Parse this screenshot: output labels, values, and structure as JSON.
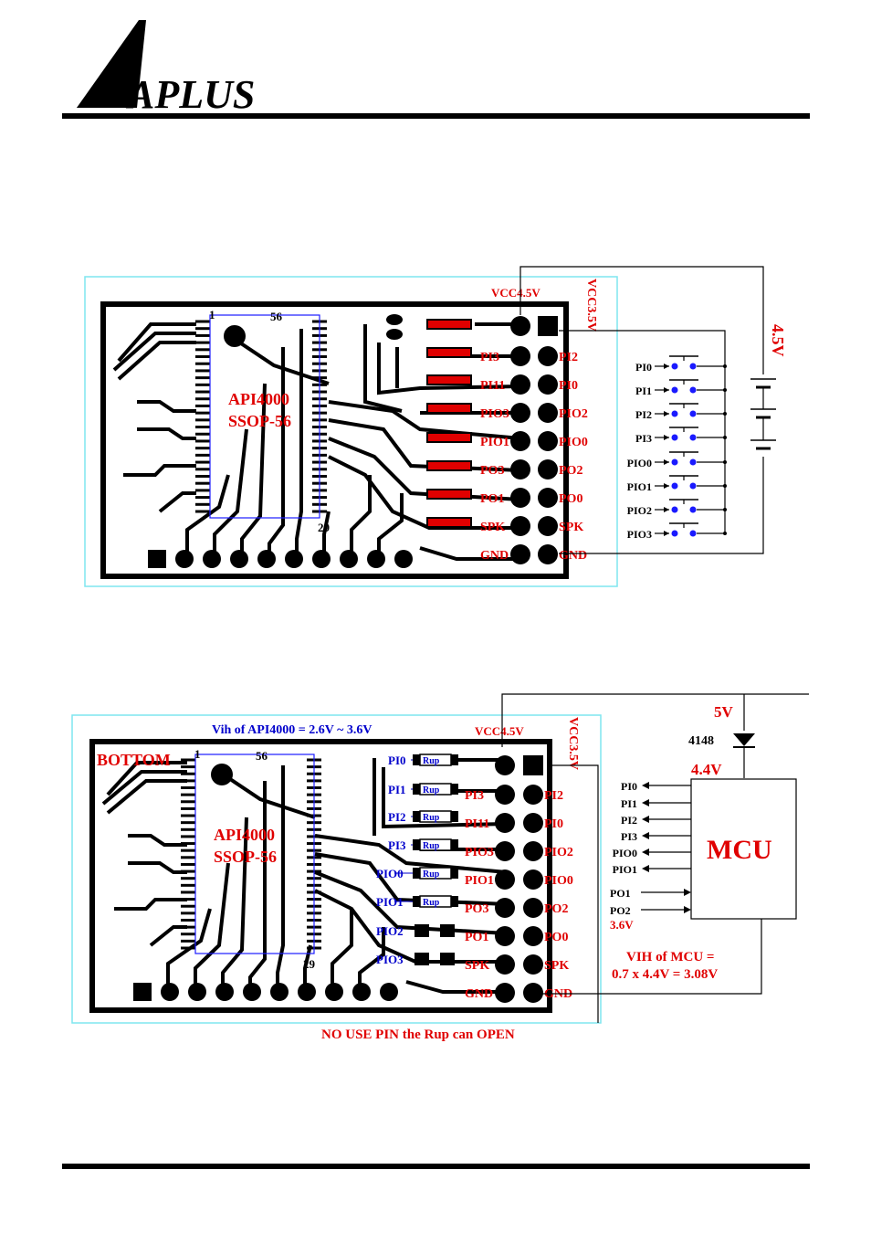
{
  "logo_text": "APLUS",
  "colors": {
    "accent_red": "#e00000",
    "blue_label": "#0000cc",
    "board_outline": "#7fe6ef",
    "pcb_black": "#000000",
    "pad_red": "#e00000"
  },
  "figure1": {
    "chip_name": "API4000",
    "chip_pkg": "SSOP-56",
    "pin_first": "1",
    "pin_56": "56",
    "pin_29": "29",
    "vcc45": "VCC4.5V",
    "vcc35": "VCC3.5V",
    "battery_label": "4.5V",
    "inner_labels": [
      "PI3",
      "PI11",
      "PIO3",
      "PIO1",
      "PO3",
      "PO1",
      "SPK",
      "GND"
    ],
    "header_labels": [
      "PI2",
      "PI0",
      "PIO2",
      "PIO0",
      "PO2",
      "PO0",
      "SPK",
      "GND"
    ],
    "switch_labels": [
      "PI0",
      "PI1",
      "PI2",
      "PI3",
      "PIO0",
      "PIO1",
      "PIO2",
      "PIO3"
    ]
  },
  "figure2": {
    "title": "Vih of API4000 = 2.6V ~ 3.6V",
    "bottom_label": "BOTTOM",
    "chip_name": "API4000",
    "chip_pkg": "SSOP-56",
    "pin_first": "1",
    "pin_56": "56",
    "pin_29": "29",
    "vcc45": "VCC4.5V",
    "vcc35": "VCC3.5V",
    "rup_pin_labels": [
      "PI0",
      "PI1",
      "PI2",
      "PI3",
      "PIO0",
      "PIO1",
      "PIO2",
      "PIO3"
    ],
    "rup_label": "Rup",
    "inner_labels": [
      "PI3",
      "PI11",
      "PIO3",
      "PIO1",
      "PO3",
      "PO1",
      "SPK",
      "GND"
    ],
    "header_labels": [
      "PI2",
      "PI0",
      "PIO2",
      "PIO0",
      "PO2",
      "PO0",
      "SPK",
      "GND"
    ],
    "supply": "5V",
    "diode": "4148",
    "mcu_vcc": "4.4V",
    "mcu_name": "MCU",
    "mcu_in_pins": [
      "PI0",
      "PI1",
      "PI2",
      "PI3",
      "PIO0",
      "PIO1"
    ],
    "mcu_out_pins": [
      "PO1",
      "PO2"
    ],
    "po_voltage": "3.6V",
    "vih_line1": "VIH of MCU =",
    "vih_line2": "0.7 x 4.4V = 3.08V",
    "note": "NO USE PIN the Rup can OPEN"
  }
}
